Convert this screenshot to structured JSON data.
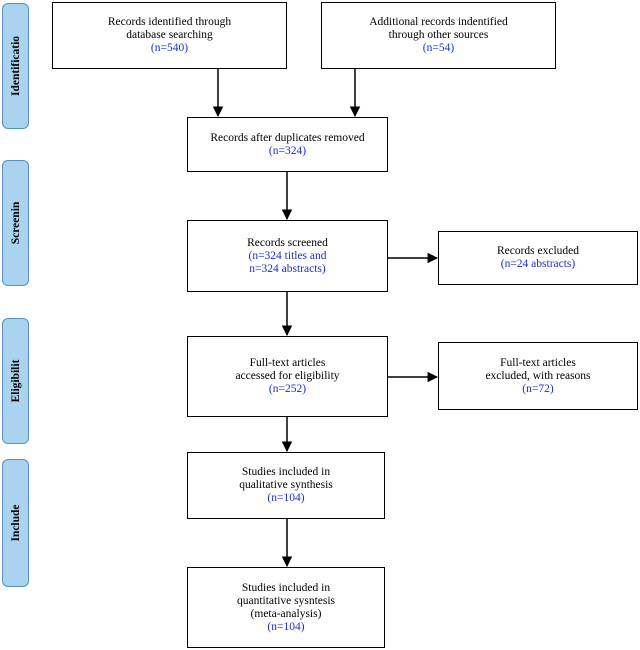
{
  "phases": {
    "identification": "Identificatio",
    "screening": "Screenin",
    "eligibility": "Eligibilit",
    "included": "Include"
  },
  "boxes": {
    "database_records": {
      "line1": "Records identified through",
      "line2": "database  searching",
      "count": "(n=540)"
    },
    "other_sources": {
      "line1": "Additional records indentified",
      "line2": "through other sources",
      "count": "(n=54)"
    },
    "duplicates_removed": {
      "line1": "Records after duplicates removed",
      "count": "(n=324)"
    },
    "screened": {
      "line1": "Records   screened",
      "count_line1": "(n=324  titles  and",
      "count_line2": "n=324  abstracts)"
    },
    "excluded": {
      "line1": "Records excluded",
      "count": "(n=24  abstracts)"
    },
    "fulltext_assessed": {
      "line1": "Full-text articles",
      "line2": "accessed for eligibility",
      "count": "(n=252)"
    },
    "fulltext_excluded": {
      "line1": "Full-text articles",
      "line2": "excluded, with reasons",
      "count": "(n=72)"
    },
    "qualitative": {
      "line1": "Studies included in",
      "line2": "qualitative synthesis",
      "count": "(n=104)"
    },
    "quantitative": {
      "line1": "Studies included in",
      "line2": "quantitative sysntesis",
      "line3": "(meta-analysis)",
      "count": "(n=104)"
    }
  },
  "colors": {
    "count_text": "#1a2dd6",
    "phase_fill": "#a9d3ef",
    "phase_border": "#5b8fc2"
  }
}
